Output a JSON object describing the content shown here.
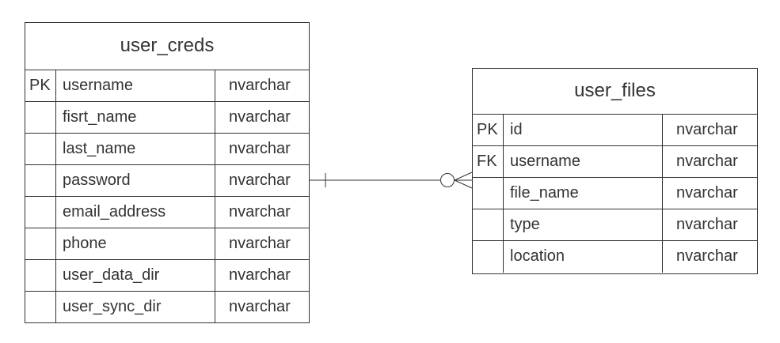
{
  "entities": {
    "user_creds": {
      "title": "user_creds",
      "rows": [
        {
          "key": "PK",
          "name": "username",
          "type": "nvarchar"
        },
        {
          "key": "",
          "name": "fisrt_name",
          "type": "nvarchar"
        },
        {
          "key": "",
          "name": "last_name",
          "type": "nvarchar"
        },
        {
          "key": "",
          "name": "password",
          "type": "nvarchar"
        },
        {
          "key": "",
          "name": "email_address",
          "type": "nvarchar"
        },
        {
          "key": "",
          "name": "phone",
          "type": "nvarchar"
        },
        {
          "key": "",
          "name": "user_data_dir",
          "type": "nvarchar"
        },
        {
          "key": "",
          "name": "user_sync_dir",
          "type": "nvarchar"
        }
      ]
    },
    "user_files": {
      "title": "user_files",
      "rows": [
        {
          "key": "PK",
          "name": "id",
          "type": "nvarchar"
        },
        {
          "key": "FK",
          "name": "username",
          "type": "nvarchar"
        },
        {
          "key": "",
          "name": "file_name",
          "type": "nvarchar"
        },
        {
          "key": "",
          "name": "type",
          "type": "nvarchar"
        },
        {
          "key": "",
          "name": "location",
          "type": "nvarchar"
        }
      ]
    }
  },
  "relationship": {
    "from": "user_creds",
    "to": "user_files",
    "from_cardinality": "one",
    "to_cardinality": "zero-or-many"
  },
  "colors": {
    "line": "#333333",
    "background": "#ffffff"
  }
}
